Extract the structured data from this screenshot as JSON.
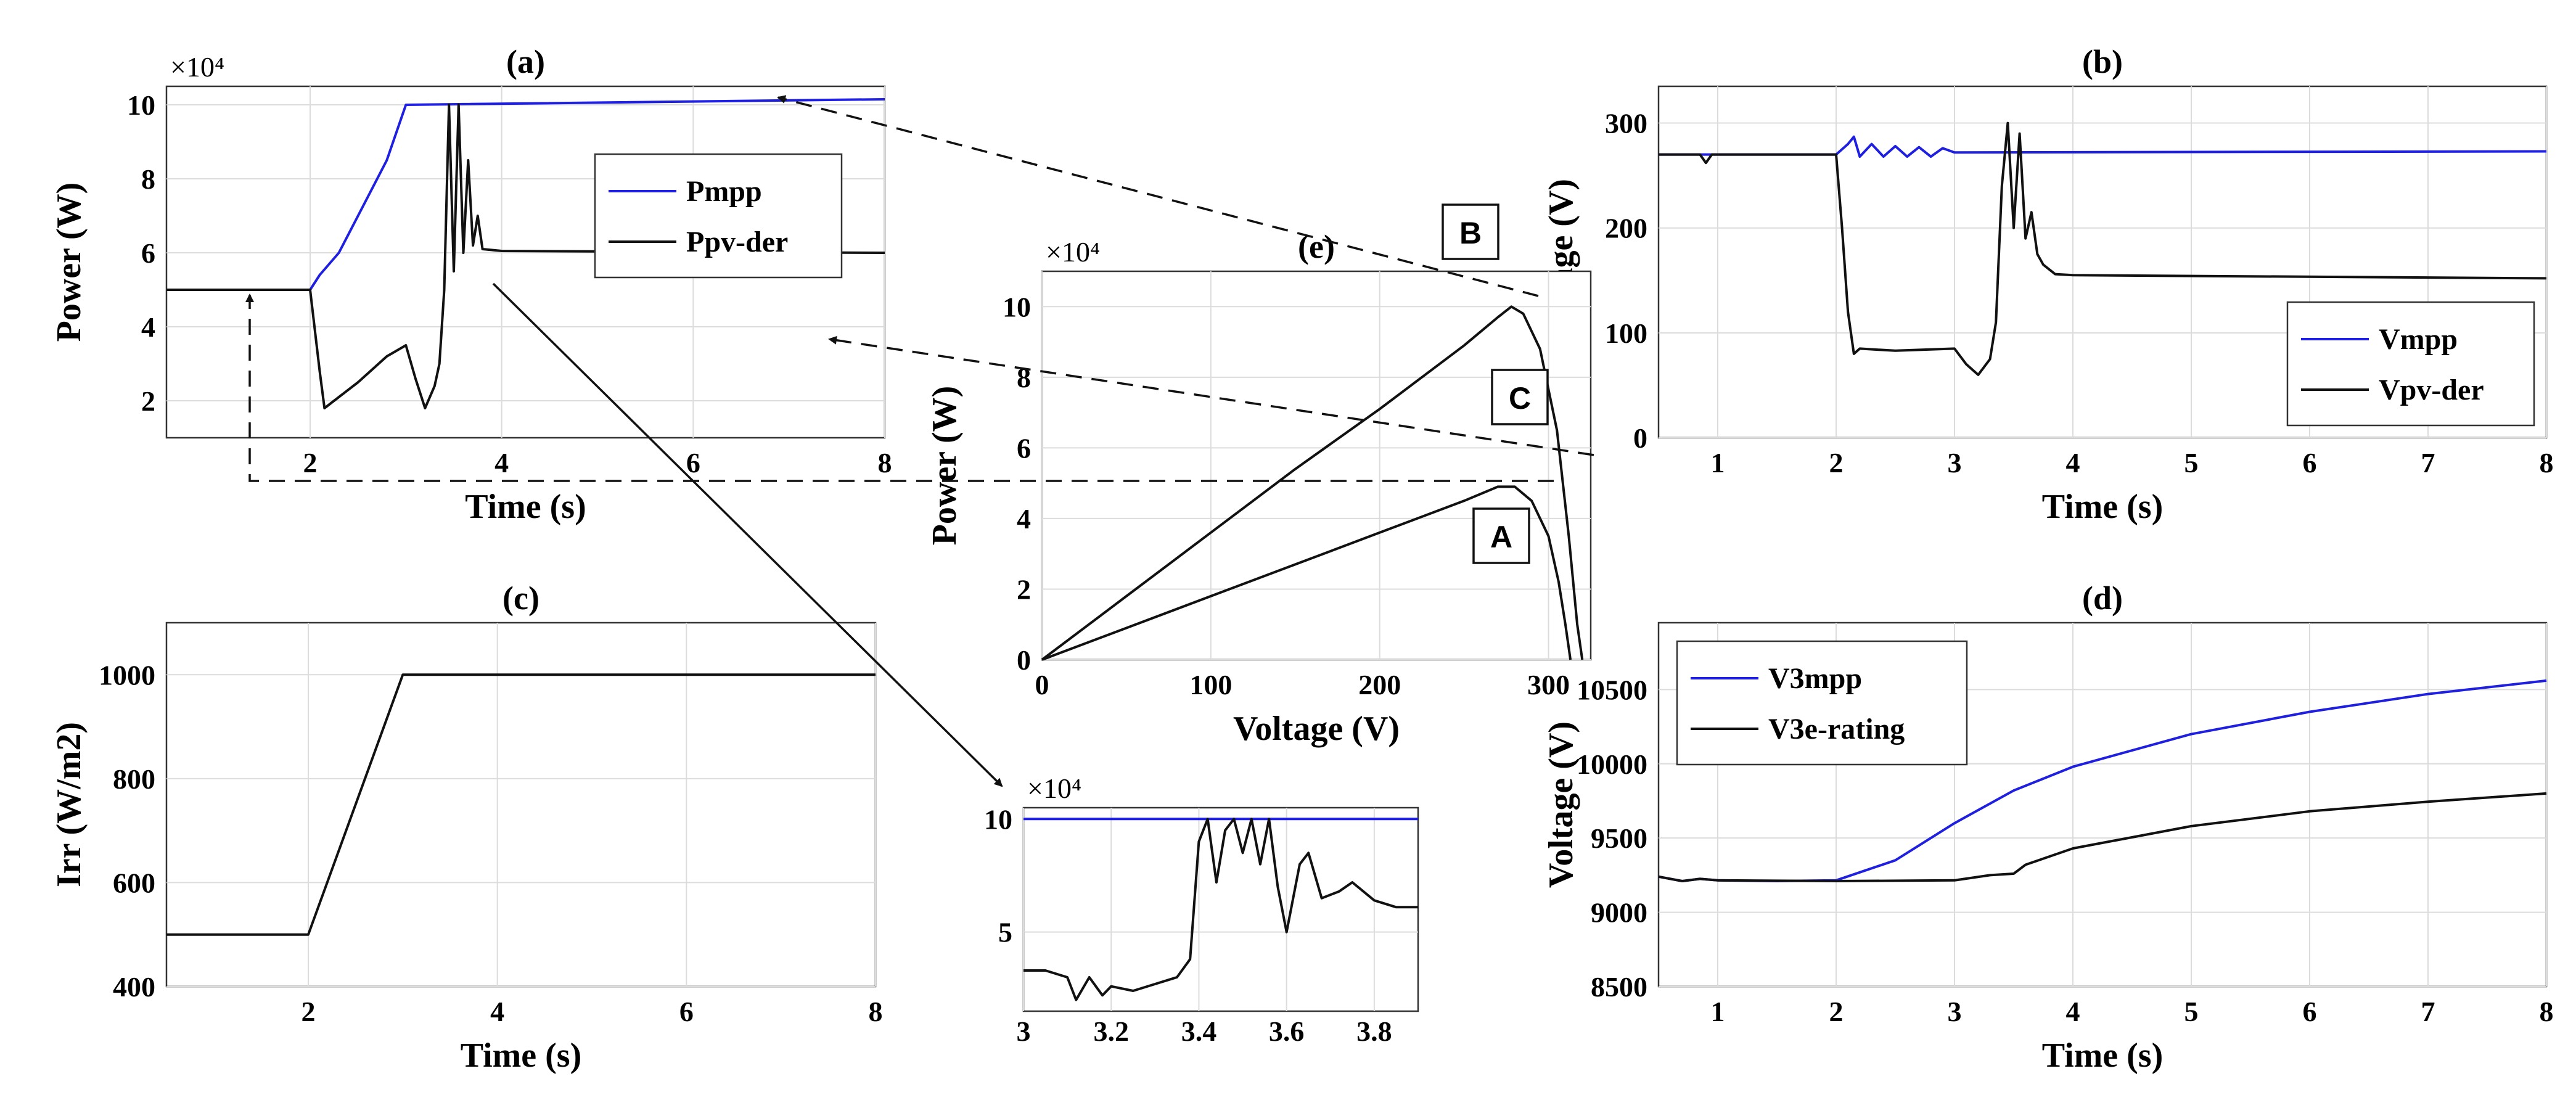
{
  "colors": {
    "blue": "#1f1fe0",
    "black": "#111111"
  },
  "annotations": [
    "A",
    "B",
    "C"
  ],
  "chart_data": [
    {
      "id": "a",
      "type": "line",
      "title": "(a)",
      "xlabel": "Time (s)",
      "ylabel": "Power (W)",
      "y_multiplier": "×10⁴",
      "xlim": [
        0.5,
        8
      ],
      "ylim": [
        10000,
        105000
      ],
      "xticks": [
        2,
        4,
        6,
        8
      ],
      "yticks": [
        20000,
        40000,
        60000,
        80000,
        100000
      ],
      "ytick_labels": [
        "2",
        "4",
        "6",
        "8",
        "10"
      ],
      "legend": "right",
      "series": [
        {
          "name": "Pmpp",
          "color": "blue",
          "points": [
            [
              0.5,
              50000
            ],
            [
              2.0,
              50000
            ],
            [
              2.1,
              54000
            ],
            [
              2.3,
              60000
            ],
            [
              2.5,
              70000
            ],
            [
              2.8,
              85000
            ],
            [
              3.0,
              100000
            ],
            [
              8.0,
              101500
            ]
          ]
        },
        {
          "name": "Ppv-der",
          "color": "black",
          "points": [
            [
              0.5,
              50000
            ],
            [
              2.0,
              50000
            ],
            [
              2.1,
              28000
            ],
            [
              2.15,
              18000
            ],
            [
              2.25,
              20000
            ],
            [
              2.5,
              25000
            ],
            [
              2.8,
              32000
            ],
            [
              3.0,
              35000
            ],
            [
              3.1,
              26000
            ],
            [
              3.2,
              18000
            ],
            [
              3.3,
              24000
            ],
            [
              3.35,
              30000
            ],
            [
              3.4,
              50000
            ],
            [
              3.45,
              100000
            ],
            [
              3.5,
              55000
            ],
            [
              3.55,
              100000
            ],
            [
              3.6,
              60000
            ],
            [
              3.65,
              85000
            ],
            [
              3.7,
              62000
            ],
            [
              3.75,
              70000
            ],
            [
              3.8,
              61000
            ],
            [
              4.0,
              60500
            ],
            [
              8.0,
              60000
            ]
          ]
        }
      ]
    },
    {
      "id": "b",
      "type": "line",
      "title": "(b)",
      "xlabel": "Time (s)",
      "ylabel": "Voltage (V)",
      "xlim": [
        0.5,
        8
      ],
      "ylim": [
        0,
        335
      ],
      "xticks": [
        1,
        2,
        3,
        4,
        5,
        6,
        7,
        8
      ],
      "yticks": [
        0,
        100,
        200,
        300
      ],
      "legend": "bottom-right",
      "series": [
        {
          "name": "Vmpp",
          "color": "blue",
          "points": [
            [
              0.5,
              270
            ],
            [
              2.0,
              270
            ],
            [
              2.1,
              280
            ],
            [
              2.15,
              287
            ],
            [
              2.2,
              268
            ],
            [
              2.3,
              280
            ],
            [
              2.4,
              268
            ],
            [
              2.5,
              278
            ],
            [
              2.6,
              268
            ],
            [
              2.7,
              277
            ],
            [
              2.8,
              268
            ],
            [
              2.9,
              276
            ],
            [
              3.0,
              272
            ],
            [
              8.0,
              273
            ]
          ]
        },
        {
          "name": "Vpv-der",
          "color": "black",
          "points": [
            [
              0.5,
              270
            ],
            [
              0.85,
              270
            ],
            [
              0.9,
              262
            ],
            [
              0.95,
              270
            ],
            [
              2.0,
              270
            ],
            [
              2.05,
              200
            ],
            [
              2.1,
              120
            ],
            [
              2.15,
              80
            ],
            [
              2.2,
              85
            ],
            [
              2.5,
              83
            ],
            [
              3.0,
              85
            ],
            [
              3.1,
              70
            ],
            [
              3.2,
              60
            ],
            [
              3.3,
              75
            ],
            [
              3.35,
              110
            ],
            [
              3.4,
              240
            ],
            [
              3.45,
              300
            ],
            [
              3.5,
              200
            ],
            [
              3.55,
              290
            ],
            [
              3.6,
              190
            ],
            [
              3.65,
              215
            ],
            [
              3.7,
              175
            ],
            [
              3.75,
              165
            ],
            [
              3.85,
              156
            ],
            [
              4.0,
              155
            ],
            [
              8.0,
              152
            ]
          ]
        }
      ]
    },
    {
      "id": "c",
      "type": "line",
      "title": "(c)",
      "xlabel": "Time (s)",
      "ylabel": "Irr (W/m2)",
      "xlim": [
        0.5,
        8
      ],
      "ylim": [
        400,
        1100
      ],
      "xticks": [
        2,
        4,
        6,
        8
      ],
      "yticks": [
        400,
        600,
        800,
        1000
      ],
      "legend": "none",
      "series": [
        {
          "name": "",
          "color": "black",
          "points": [
            [
              0.5,
              500
            ],
            [
              2.0,
              500
            ],
            [
              3.0,
              1000
            ],
            [
              8.0,
              1000
            ]
          ]
        }
      ]
    },
    {
      "id": "d",
      "type": "line",
      "title": "(d)",
      "xlabel": "Time (s)",
      "ylabel": "Voltage (V)",
      "xlim": [
        0.5,
        8
      ],
      "ylim": [
        8500,
        10950
      ],
      "xticks": [
        1,
        2,
        3,
        4,
        5,
        6,
        7,
        8
      ],
      "yticks": [
        8500,
        9000,
        9500,
        10000,
        10500
      ],
      "legend": "top-left",
      "series": [
        {
          "name": "V3mpp",
          "color": "blue",
          "points": [
            [
              0.5,
              9240
            ],
            [
              0.7,
              9210
            ],
            [
              0.85,
              9225
            ],
            [
              1.0,
              9215
            ],
            [
              1.5,
              9210
            ],
            [
              2.0,
              9215
            ],
            [
              2.5,
              9350
            ],
            [
              3.0,
              9600
            ],
            [
              3.5,
              9820
            ],
            [
              4.0,
              9980
            ],
            [
              5.0,
              10200
            ],
            [
              6.0,
              10350
            ],
            [
              7.0,
              10470
            ],
            [
              8.0,
              10560
            ]
          ]
        },
        {
          "name": "V3e-rating",
          "color": "black",
          "points": [
            [
              0.5,
              9240
            ],
            [
              0.7,
              9210
            ],
            [
              0.85,
              9225
            ],
            [
              1.0,
              9215
            ],
            [
              2.0,
              9210
            ],
            [
              3.0,
              9215
            ],
            [
              3.3,
              9250
            ],
            [
              3.5,
              9260
            ],
            [
              3.6,
              9320
            ],
            [
              4.0,
              9430
            ],
            [
              5.0,
              9580
            ],
            [
              6.0,
              9680
            ],
            [
              7.0,
              9745
            ],
            [
              8.0,
              9800
            ]
          ]
        }
      ]
    },
    {
      "id": "e",
      "type": "line",
      "title": "(e)",
      "xlabel": "Voltage (V)",
      "ylabel": "Power (W)",
      "y_multiplier": "×10⁴",
      "xlim": [
        0,
        325
      ],
      "ylim": [
        0,
        110000
      ],
      "xticks": [
        0,
        100,
        200,
        300
      ],
      "yticks": [
        0,
        20000,
        40000,
        60000,
        80000,
        100000
      ],
      "ytick_labels": [
        "0",
        "2",
        "4",
        "6",
        "8",
        "10"
      ],
      "legend": "none",
      "series": [
        {
          "name": "",
          "color": "black",
          "points": [
            [
              0,
              0
            ],
            [
              50,
              18000
            ],
            [
              100,
              36000
            ],
            [
              150,
              54000
            ],
            [
              200,
              71000
            ],
            [
              250,
              89000
            ],
            [
              270,
              97000
            ],
            [
              278,
              100000
            ],
            [
              285,
              98000
            ],
            [
              295,
              88000
            ],
            [
              305,
              65000
            ],
            [
              312,
              35000
            ],
            [
              317,
              10000
            ],
            [
              320,
              0
            ]
          ]
        },
        {
          "name": "",
          "color": "black",
          "points": [
            [
              0,
              0
            ],
            [
              50,
              9000
            ],
            [
              100,
              18000
            ],
            [
              150,
              27000
            ],
            [
              200,
              36000
            ],
            [
              250,
              45000
            ],
            [
              270,
              49000
            ],
            [
              280,
              49000
            ],
            [
              290,
              45000
            ],
            [
              300,
              35000
            ],
            [
              306,
              22000
            ],
            [
              310,
              10000
            ],
            [
              313,
              0
            ]
          ]
        }
      ]
    },
    {
      "id": "zoom",
      "type": "line",
      "title": "",
      "xlabel": "",
      "ylabel": "",
      "y_multiplier": "×10⁴",
      "xlim": [
        3.0,
        3.9
      ],
      "ylim": [
        15000,
        105000
      ],
      "xticks": [
        3.0,
        3.2,
        3.4,
        3.6,
        3.8
      ],
      "xtick_labels": [
        "3",
        "3.2",
        "3.4",
        "3.6",
        "3.8"
      ],
      "yticks": [
        50000,
        100000
      ],
      "ytick_labels": [
        "5",
        "10"
      ],
      "legend": "none",
      "series": [
        {
          "name": "",
          "color": "blue",
          "points": [
            [
              3.0,
              100000
            ],
            [
              3.9,
              100000
            ]
          ]
        },
        {
          "name": "",
          "color": "black",
          "points": [
            [
              3.0,
              33000
            ],
            [
              3.05,
              33000
            ],
            [
              3.1,
              30000
            ],
            [
              3.12,
              20000
            ],
            [
              3.15,
              30000
            ],
            [
              3.18,
              22000
            ],
            [
              3.2,
              26000
            ],
            [
              3.25,
              24000
            ],
            [
              3.3,
              27000
            ],
            [
              3.35,
              30000
            ],
            [
              3.38,
              38000
            ],
            [
              3.4,
              90000
            ],
            [
              3.42,
              100000
            ],
            [
              3.44,
              72000
            ],
            [
              3.46,
              95000
            ],
            [
              3.48,
              100000
            ],
            [
              3.5,
              85000
            ],
            [
              3.52,
              100000
            ],
            [
              3.54,
              80000
            ],
            [
              3.56,
              100000
            ],
            [
              3.58,
              70000
            ],
            [
              3.6,
              50000
            ],
            [
              3.63,
              80000
            ],
            [
              3.65,
              85000
            ],
            [
              3.68,
              65000
            ],
            [
              3.72,
              68000
            ],
            [
              3.75,
              72000
            ],
            [
              3.8,
              64000
            ],
            [
              3.85,
              61000
            ],
            [
              3.9,
              61000
            ]
          ]
        }
      ]
    }
  ]
}
